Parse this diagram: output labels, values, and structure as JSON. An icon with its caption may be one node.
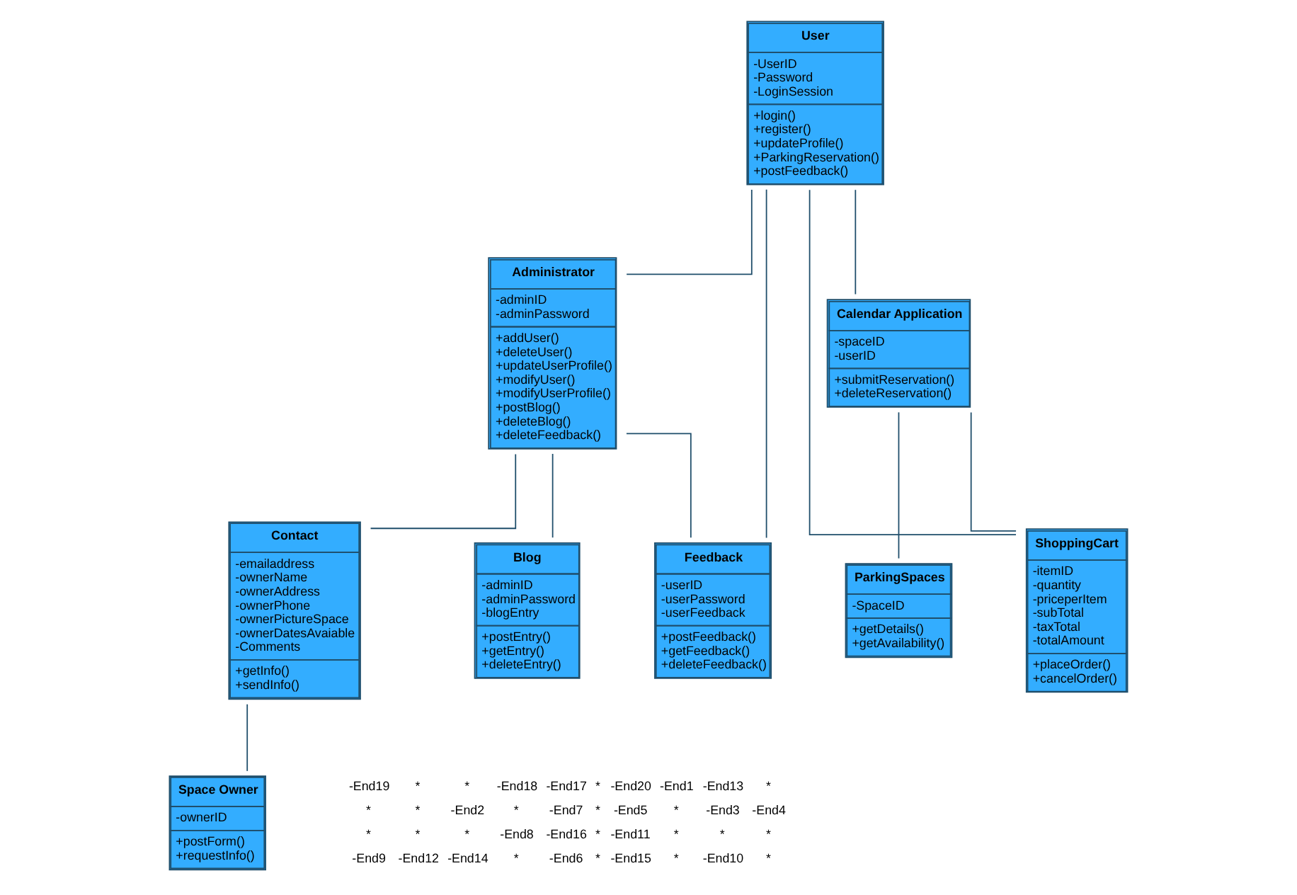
{
  "diagram": {
    "nodes": [
      {
        "text": [
          "User",
          "-UserID -Password -LoginSession",
          "+login() +register() +updateProfile() +ParkingReservation() +postFeedback()"
        ]
      },
      {
        "text": [
          "Feedback",
          "-userID -userPassword -userFeedback",
          "+postFeedback() +getFeedback() +deleteFeedback()"
        ]
      },
      {
        "text": [
          "Administrator",
          "-adminID -adminPassword",
          "+addUser() +deleteUser() +updateUserProfile() +modifyUser() +modifyUserProfile() +postBlog() +deleteBlog() +deleteFeedback()"
        ]
      },
      {
        "text": [
          "Contact",
          "-emailaddress -ownerName -ownerAddress -ownerPhone -ownerPictureSpace -ownerDatesAvaiable -Comments",
          "+getInfo() +sendInfo()"
        ]
      },
      {
        "text": [
          "Calendar Application",
          "-spaceID -userID",
          "+submitReservation() +deleteReservation()"
        ]
      },
      {
        "text": [
          "ParkingSpaces",
          "-SpaceID",
          "+getDetails() +getAvailability()"
        ]
      },
      {
        "text": [
          "Space Owner",
          "-ownerID",
          "+postForm() +requestInfo()"
        ]
      },
      {
        "text": [
          "ShoppingCart",
          "-itemID -quantity -priceperItem -subTotal -taxTotal -totalAmount",
          "+placeOrder() +cancelOrder()"
        ]
      },
      {
        "text": [
          "Blog",
          "-adminID -adminPassword -blogEntry",
          "+postEntry() +getEntry() +deleteEntry()"
        ]
      }
    ],
    "edges": [
      {
        "from": 0,
        "to": 2,
        "arrow": "none"
      },
      {
        "from": 2,
        "to": 3,
        "arrow": "none"
      },
      {
        "from": 0,
        "to": 7,
        "arrow": "none"
      },
      {
        "from": 0,
        "to": 4,
        "arrow": "none"
      },
      {
        "from": 4,
        "to": 7,
        "arrow": "none"
      },
      {
        "from": 4,
        "to": 5,
        "arrow": "none"
      },
      {
        "from": 3,
        "to": 6,
        "arrow": "none"
      },
      {
        "from": 2,
        "to": 8,
        "arrow": "none"
      },
      {
        "from": 2,
        "to": 1,
        "arrow": "none"
      },
      {
        "from": 1,
        "to": 0,
        "arrow": "none"
      }
    ],
    "labels": [
      "-End19",
      "*",
      "*",
      "-End18",
      "-End17",
      "*",
      "-End20",
      "-End1",
      "-End13",
      "*",
      "*",
      "*",
      "-End2",
      "*",
      "-End7",
      "*",
      "-End5",
      "*",
      "-End3",
      "-End4",
      "*",
      "*",
      "*",
      "-End8",
      "-End16",
      "*",
      "-End11",
      "*",
      "*",
      "*",
      "-End9",
      "-End12",
      "-End14",
      "*",
      "-End6",
      "*",
      "-End15",
      "*",
      "-End10",
      "*"
    ]
  }
}
